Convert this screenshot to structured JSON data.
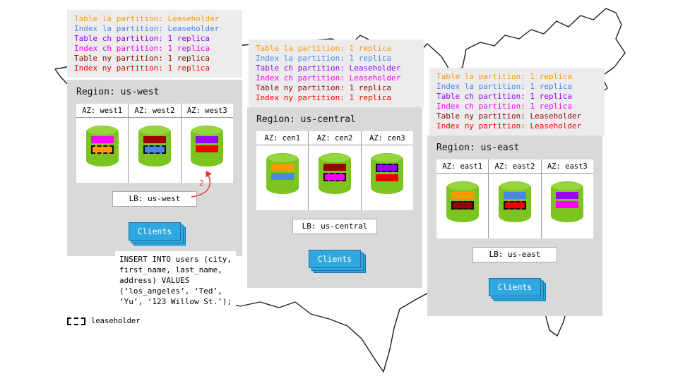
{
  "regions": [
    {
      "id": "us-west",
      "title": "Region: us-west",
      "lb_label": "LB: us-west",
      "clients_label": "Clients",
      "annotation": "2",
      "legend": [
        {
          "text": "Table la partition: Leaseholder",
          "color": "#ff9900"
        },
        {
          "text": "Index la partition: Leaseholder",
          "color": "#4a86e8"
        },
        {
          "text": "Table ch partition: 1 replica",
          "color": "#9900ff"
        },
        {
          "text": "Index ch partition: 1 replica",
          "color": "#ff00ff"
        },
        {
          "text": "Table ny partition: 1 replica",
          "color": "#990000"
        },
        {
          "text": "Index ny partition: 1 replica",
          "color": "#ff0000"
        }
      ],
      "azs": [
        {
          "label": "AZ: west1",
          "bars": [
            {
              "color": "#ff00ff",
              "leaseholder": false
            },
            {
              "color": "#ff9900",
              "leaseholder": true
            }
          ]
        },
        {
          "label": "AZ: west2",
          "bars": [
            {
              "color": "#990000",
              "leaseholder": false
            },
            {
              "color": "#4a86e8",
              "leaseholder": true
            }
          ]
        },
        {
          "label": "AZ: west3",
          "bars": [
            {
              "color": "#9900ff",
              "leaseholder": false
            },
            {
              "color": "#ee0000",
              "leaseholder": false
            }
          ]
        }
      ]
    },
    {
      "id": "us-central",
      "title": "Region: us-central",
      "lb_label": "LB: us-central",
      "clients_label": "Clients",
      "legend": [
        {
          "text": "Table la partition: 1 replica",
          "color": "#ff9900"
        },
        {
          "text": "Index la partition: 1 replica",
          "color": "#4a86e8"
        },
        {
          "text": "Table ch partition: Leaseholder",
          "color": "#9900ff"
        },
        {
          "text": "Index ch partition: Leaseholder",
          "color": "#ff00ff"
        },
        {
          "text": "Table ny partition: 1 replica",
          "color": "#990000"
        },
        {
          "text": "Index ny partition: 1 replica",
          "color": "#ff0000"
        }
      ],
      "azs": [
        {
          "label": "AZ: cen1",
          "bars": [
            {
              "color": "#ff9900",
              "leaseholder": false
            },
            {
              "color": "#4a86e8",
              "leaseholder": false
            }
          ]
        },
        {
          "label": "AZ: cen2",
          "bars": [
            {
              "color": "#990000",
              "leaseholder": false
            },
            {
              "color": "#ff00ff",
              "leaseholder": true
            }
          ]
        },
        {
          "label": "AZ: cen3",
          "bars": [
            {
              "color": "#9900ff",
              "leaseholder": true
            },
            {
              "color": "#ee0000",
              "leaseholder": false
            }
          ]
        }
      ]
    },
    {
      "id": "us-east",
      "title": "Region: us-east",
      "lb_label": "LB: us-east",
      "clients_label": "Clients",
      "legend": [
        {
          "text": "Table la partition: 1 replica",
          "color": "#ff9900"
        },
        {
          "text": "Index la partition: 1 replica",
          "color": "#4a86e8"
        },
        {
          "text": "Table ch partition: 1 replica",
          "color": "#9900ff"
        },
        {
          "text": "Index ch partition: 1 replica",
          "color": "#ff00ff"
        },
        {
          "text": "Table ny partition: Leaseholder",
          "color": "#990000"
        },
        {
          "text": "Index ny partition: Leaseholder",
          "color": "#ff0000"
        }
      ],
      "azs": [
        {
          "label": "AZ: east1",
          "bars": [
            {
              "color": "#ff9900",
              "leaseholder": false
            },
            {
              "color": "#990000",
              "leaseholder": true
            }
          ]
        },
        {
          "label": "AZ: east2",
          "bars": [
            {
              "color": "#4a86e8",
              "leaseholder": false
            },
            {
              "color": "#ee0000",
              "leaseholder": true
            }
          ]
        },
        {
          "label": "AZ: east3",
          "bars": [
            {
              "color": "#9900ff",
              "leaseholder": false
            },
            {
              "color": "#ff00ff",
              "leaseholder": false
            }
          ]
        }
      ]
    }
  ],
  "sql_statement": "INSERT INTO users (city,\nfirst_name, last_name,\naddress) VALUES\n(‘los_angeles’, ‘Ted’,\n‘Yu’, ‘123 Willow St.’);",
  "key": {
    "leaseholder_label": "leaseholder"
  },
  "colors": {
    "cylinder_green": "#7cc41f",
    "panel_gray": "#d9d9d9",
    "legend_gray": "#ececec",
    "clients_blue": "#2fa8e1",
    "arrow_red": "#e53935"
  }
}
